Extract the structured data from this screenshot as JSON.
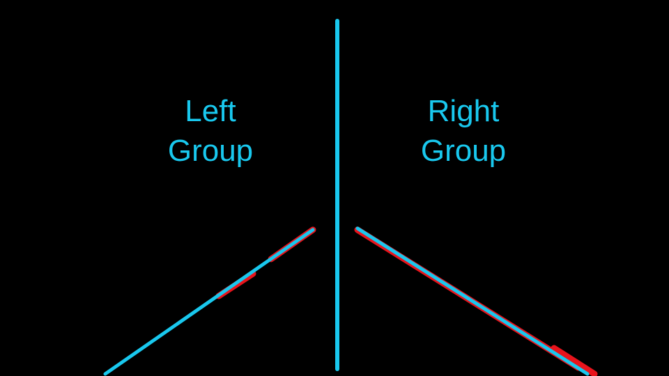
{
  "colors": {
    "background": "#000000",
    "line": "#19C8EE",
    "highlight": "#E8141C"
  },
  "left_group": {
    "label_line1": "Left",
    "label_line2": "Group"
  },
  "right_group": {
    "label_line1": "Right",
    "label_line2": "Group"
  }
}
